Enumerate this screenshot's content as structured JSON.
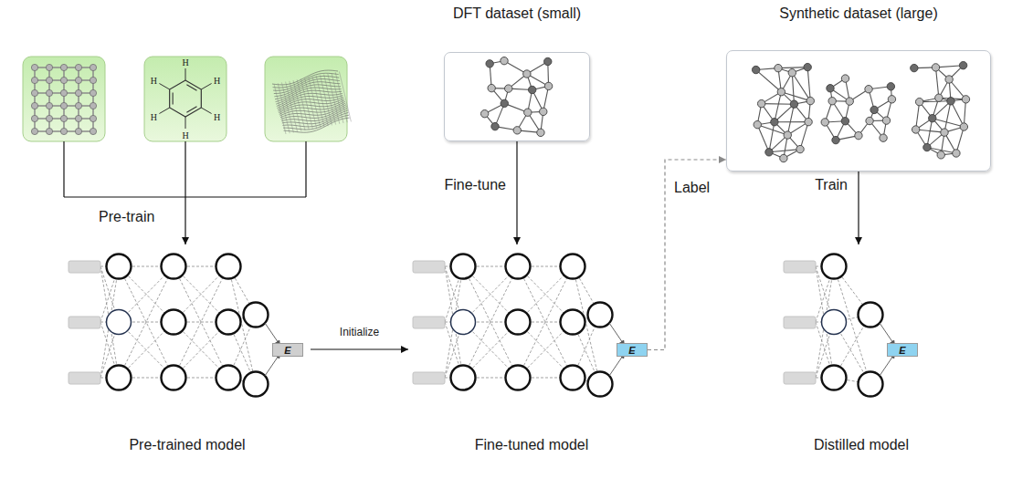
{
  "diagram": {
    "nodes": [
      {
        "text": [
          "Pre-trained model"
        ]
      },
      {
        "text": [
          "E"
        ],
        "in": 0
      },
      {
        "text": [
          "DFT dataset (small)"
        ]
      },
      {
        "text": [
          "Fine-tuned model"
        ]
      },
      {
        "text": [
          "E"
        ],
        "in": 3
      },
      {
        "text": [
          "Synthetic dataset (large)"
        ]
      },
      {
        "text": [
          "Distilled model"
        ]
      },
      {
        "text": [
          "E"
        ],
        "in": 6
      }
    ],
    "edges": [
      {
        "from": 0,
        "to": 3,
        "label": "Initialize",
        "arrow": "to"
      },
      {
        "from": 2,
        "to": 3,
        "label": "Fine-tune",
        "arrow": "to"
      },
      {
        "from": 4,
        "to": 5,
        "label": "Label",
        "arrow": "to"
      },
      {
        "from": 5,
        "to": 6,
        "label": "Train",
        "arrow": "to"
      }
    ],
    "labels": [
      "Pre-train",
      "H",
      "H",
      "H",
      "H",
      "H",
      "H"
    ]
  }
}
